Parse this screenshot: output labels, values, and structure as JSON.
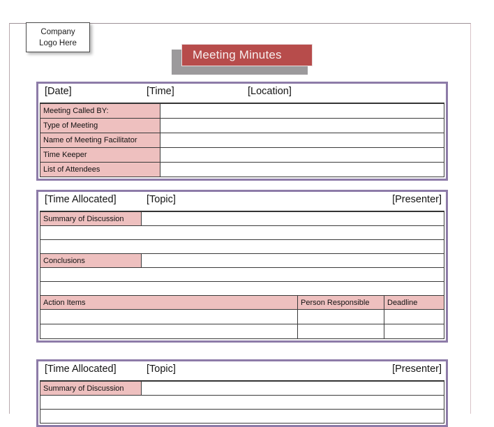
{
  "document": {
    "title": "Meeting Minutes",
    "logo_line1": "Company",
    "logo_line2": "Logo Here",
    "accent_red": "#b74c4b",
    "accent_pink": "#eec0bf",
    "accent_purple": "#8d7ba8"
  },
  "table_header_info": {
    "date": "[Date]",
    "time": "[Time]",
    "location": "[Location]"
  },
  "info_rows": [
    {
      "label": "Meeting Called BY:",
      "value": ""
    },
    {
      "label": "Type of Meeting",
      "value": ""
    },
    {
      "label": "Name of Meeting Facilitator",
      "value": ""
    },
    {
      "label": "Time Keeper",
      "value": ""
    },
    {
      "label": "List of Attendees",
      "value": ""
    }
  ],
  "agenda_header": {
    "time_allocated": "[Time Allocated]",
    "topic": "[Topic]",
    "presenter": "[Presenter]"
  },
  "agenda_labels": {
    "summary": "Summary of Discussion",
    "conclusions": "Conclusions",
    "action_items": "Action Items",
    "person_responsible": "Person Responsible",
    "deadline": "Deadline"
  },
  "agenda_values": {
    "summary_value": "",
    "summary_blank_1": "",
    "summary_blank_2": "",
    "conclusions_value": "",
    "conclusions_blank_1": "",
    "conclusions_blank_2": "",
    "action_row_1_item": "",
    "action_row_1_person": "",
    "action_row_1_deadline": "",
    "action_row_2_item": "",
    "action_row_2_person": "",
    "action_row_2_deadline": ""
  }
}
